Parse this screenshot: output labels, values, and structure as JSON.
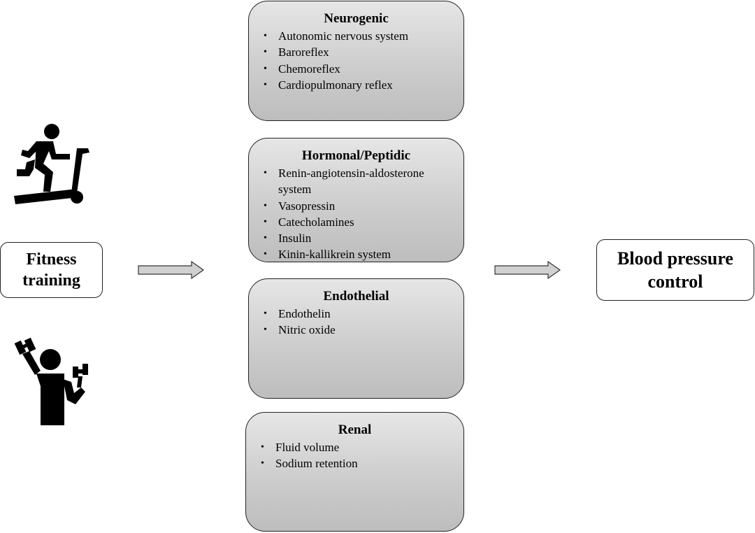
{
  "input": {
    "label": "Fitness\ntraining"
  },
  "output": {
    "label": "Blood pressure\ncontrol"
  },
  "mechanisms": [
    {
      "title": "Neurogenic",
      "items": [
        "Autonomic nervous system",
        "Baroreflex",
        "Chemoreflex",
        "Cardiopulmonary reflex"
      ]
    },
    {
      "title": "Hormonal/Peptidic",
      "items": [
        "Renin-angiotensin-aldosterone system",
        "Vasopressin",
        "Catecholamines",
        "Insulin",
        "Kinin-kallikrein system"
      ]
    },
    {
      "title": "Endothelial",
      "items": [
        "Endothelin",
        "Nitric oxide"
      ]
    },
    {
      "title": "Renal",
      "items": [
        "Fluid volume",
        "Sodium retention"
      ]
    }
  ],
  "icons": {
    "treadmill": "treadmill-runner-icon",
    "weights": "dumbbell-lifter-icon"
  },
  "colors": {
    "box_fill_top": "#e6e6e6",
    "box_fill_bottom": "#bdbdbd",
    "arrow_fill": "#d0d0d0",
    "stroke": "#222222"
  }
}
